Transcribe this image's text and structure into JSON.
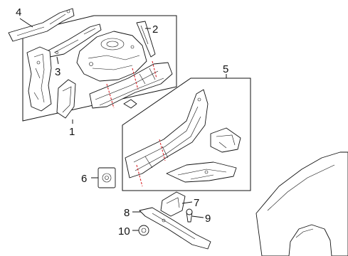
{
  "callouts": [
    {
      "id": "1",
      "text": "1"
    },
    {
      "id": "2",
      "text": "2"
    },
    {
      "id": "3",
      "text": "3"
    },
    {
      "id": "4",
      "text": "4"
    },
    {
      "id": "5",
      "text": "5"
    },
    {
      "id": "6",
      "text": "6"
    },
    {
      "id": "7",
      "text": "7"
    },
    {
      "id": "8",
      "text": "8"
    },
    {
      "id": "9",
      "text": "9"
    },
    {
      "id": "10",
      "text": "10"
    }
  ],
  "colors": {
    "line": "#111111",
    "cut_marks": "#d9262b",
    "background": "#ffffff"
  }
}
